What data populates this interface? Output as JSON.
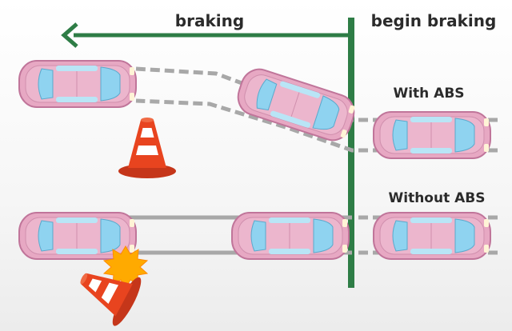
{
  "labels": {
    "braking": "braking",
    "begin_braking": "begin braking",
    "with_abs": "With ABS",
    "without_abs": "Without ABS"
  },
  "colors": {
    "line_green": "#2e7d46",
    "car_body": "#e7a8c3",
    "car_outline": "#c0759a",
    "window": "#8fd3f0",
    "cone_orange": "#e8441f",
    "cone_white": "#ffffff",
    "burst": "#ffaa00",
    "track_gray": "#a8a8a8"
  },
  "icons": {
    "braking_arrow": "left-arrow-icon",
    "impact": "starburst-icon",
    "obstacle": "traffic-cone-icon"
  }
}
